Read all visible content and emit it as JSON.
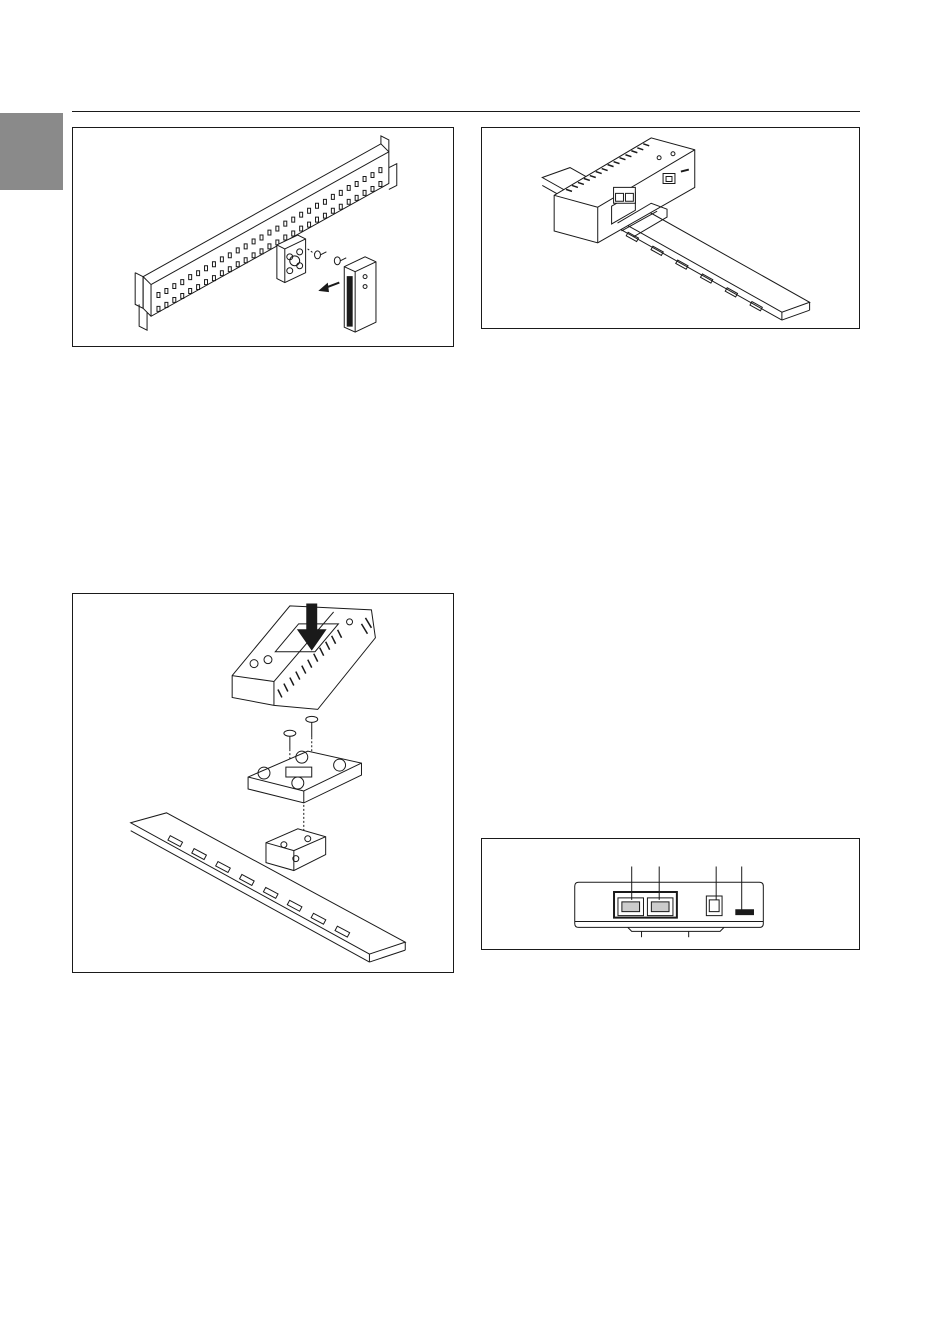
{
  "page": {
    "side_tab_color": "#8a8a8a",
    "line_color": "#1a1a1a"
  },
  "figures": [
    {
      "id": "fig1",
      "content": "rack-rail-mounting-illustration"
    },
    {
      "id": "fig2",
      "content": "device-on-din-rail-illustration"
    },
    {
      "id": "fig3",
      "content": "din-rail-clip-exploded-illustration"
    },
    {
      "id": "fig4",
      "content": "device-front-ports-illustration",
      "callout_count": 4
    }
  ]
}
